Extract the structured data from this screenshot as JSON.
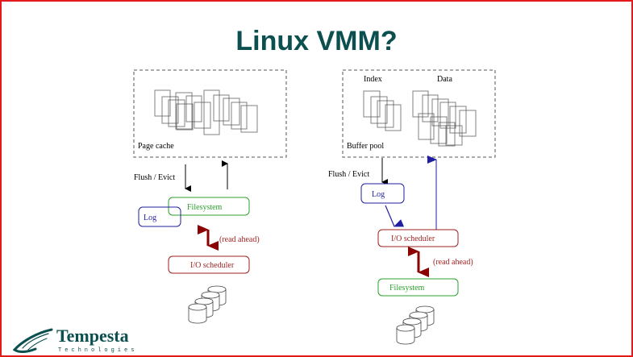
{
  "slide": {
    "title": "Linux VMM?",
    "border_color": "#e31a1c",
    "title_color": "#0b4f4f"
  },
  "left_diagram": {
    "cache_label": "Page cache",
    "flush_label": "Flush / Evict",
    "filesystem_label": "Filesystem",
    "log_label": "Log",
    "read_ahead_label": "(read ahead)",
    "io_scheduler_label": "I/O scheduler"
  },
  "right_diagram": {
    "index_label": "Index",
    "data_label": "Data",
    "cache_label": "Buffer pool",
    "flush_label": "Flush / Evict",
    "log_label": "Log",
    "io_scheduler_label": "I/O scheduler",
    "read_ahead_label": "(read ahead)",
    "filesystem_label": "Filesystem"
  },
  "colors": {
    "filesystem": "#2ca02c",
    "log": "#1f1f9f",
    "io_scheduler": "#9f1f1f",
    "read_ahead_arrow": "#8b0000"
  },
  "logo": {
    "name": "Tempesta",
    "subtitle": "Technologies"
  }
}
